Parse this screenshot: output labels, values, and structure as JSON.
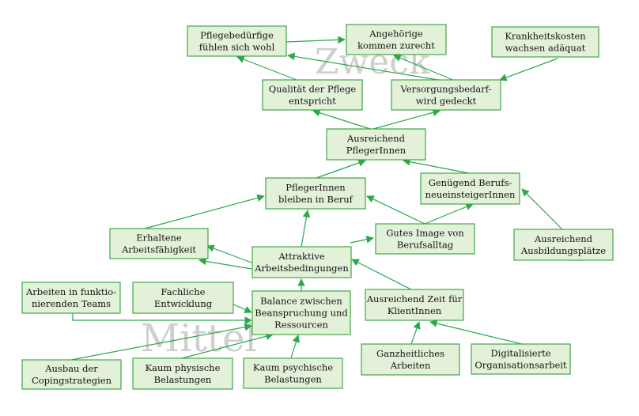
{
  "watermarks": {
    "top": "Zweck",
    "bottom": "Mittel"
  },
  "nodes": {
    "wohl": [
      "Pflegebedürfige",
      "fühlen sich wohl"
    ],
    "angeh": [
      "Angehörige",
      "kommen zurecht"
    ],
    "krank": [
      "Krankheitskosten",
      "wachsen adäquat"
    ],
    "qual": [
      "Qualität der Pflege",
      "entspricht"
    ],
    "vers": [
      "Versorgungsbedarf-",
      "wird gedeckt"
    ],
    "ausr": [
      "Ausreichend",
      "PflegerInnen"
    ],
    "bleib": [
      "PflegerInnen",
      "bleiben in Beruf"
    ],
    "genueg": [
      "Genügend Berufs-",
      "neueinsteigerInnen"
    ],
    "erhalt": [
      "Erhaltene",
      "Arbeitsfähigkeit"
    ],
    "image": [
      "Gutes Image von",
      "Berufsalltag"
    ],
    "ausbild": [
      "Ausreichend",
      "Ausbildungsplätze"
    ],
    "attr": [
      "Attraktive",
      "Arbeitsbedingungen"
    ],
    "teams": [
      "Arbeiten in funktio-",
      "nierenden Teams"
    ],
    "fach": [
      "Fachliche",
      "Entwicklung"
    ],
    "balance": [
      "Balance zwischen",
      "Beanspruchung und",
      "Ressourcen"
    ],
    "zeit": [
      "Ausreichend Zeit für",
      "KlientInnen"
    ],
    "coping": [
      "Ausbau der",
      "Copingstrategien"
    ],
    "phys": [
      "Kaum physische",
      "Belastungen"
    ],
    "psych": [
      "Kaum psychische",
      "Belastungen"
    ],
    "ganz": [
      "Ganzheitliches",
      "Arbeiten"
    ],
    "digi": [
      "Digitalisierte",
      "Organisationsarbeit"
    ]
  }
}
